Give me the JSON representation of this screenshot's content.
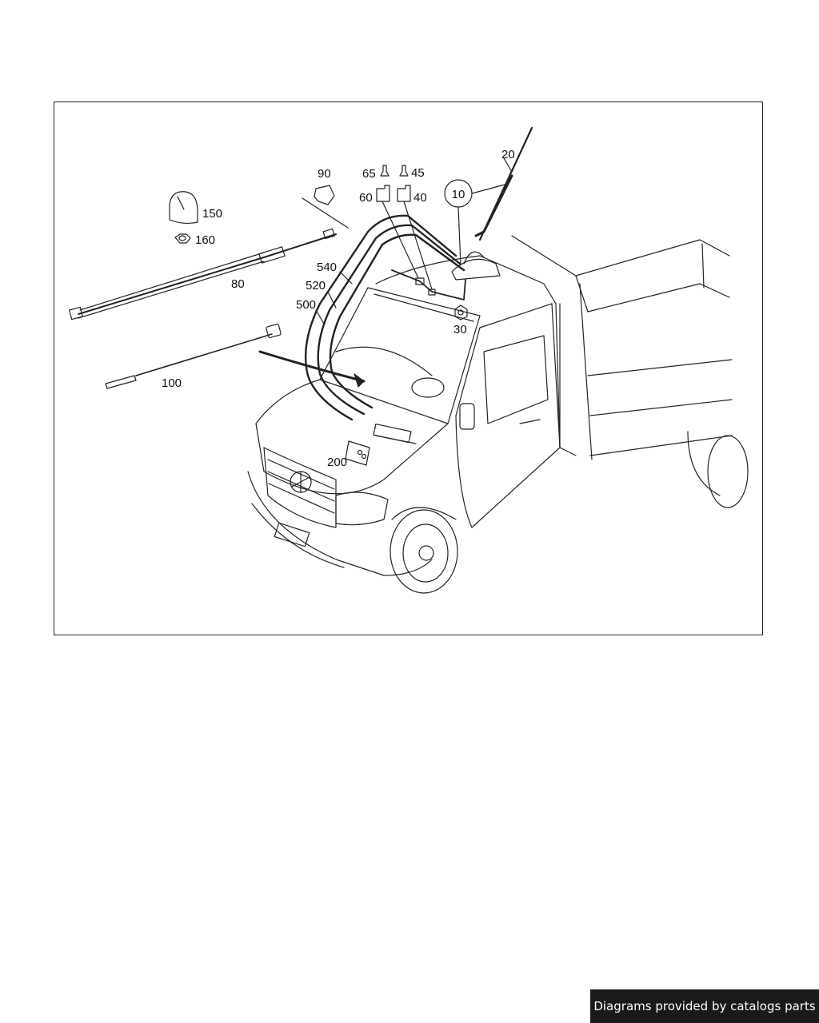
{
  "labels": {
    "p10": "10",
    "p20": "20",
    "p30": "30",
    "p40": "40",
    "p45": "45",
    "p60": "60",
    "p65": "65",
    "p80": "80",
    "p90": "90",
    "p100": "100",
    "p150": "150",
    "p160": "160",
    "p200": "200",
    "p500": "500",
    "p520": "520",
    "p540": "540"
  },
  "footer": {
    "text": "Diagrams provided by catalogs parts"
  }
}
